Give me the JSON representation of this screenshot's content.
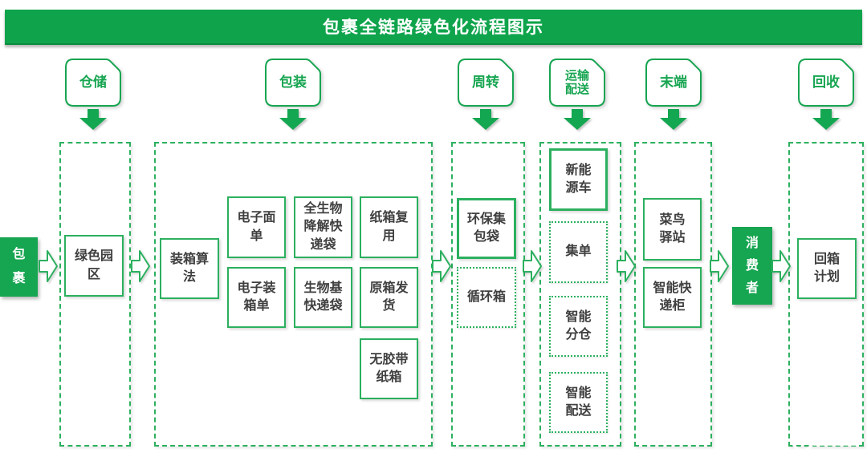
{
  "title": "包裹全链路绿色化流程图示",
  "flow": {
    "source_node": {
      "label": "包\n裹"
    },
    "consumer_node": {
      "label": "消\n费\n者"
    }
  },
  "stages": [
    {
      "label": "仓储"
    },
    {
      "label": "包装"
    },
    {
      "label": "周转"
    },
    {
      "label": "运输\n配送"
    },
    {
      "label": "末端"
    },
    {
      "label": "回收"
    }
  ],
  "columns": [
    {
      "stage": "仓储",
      "boxes": [
        {
          "label": "绿色园\n区",
          "border": "solid"
        }
      ]
    },
    {
      "stage": "包装",
      "boxes": [
        {
          "label": "装箱算\n法",
          "border": "solid"
        },
        {
          "label": "电子面\n单",
          "border": "solid"
        },
        {
          "label": "全生物\n降解快\n递袋",
          "border": "solid"
        },
        {
          "label": "纸箱复\n用",
          "border": "solid"
        },
        {
          "label": "电子装\n箱单",
          "border": "solid"
        },
        {
          "label": "生物基\n快递袋",
          "border": "solid"
        },
        {
          "label": "原箱发\n货",
          "border": "solid"
        },
        {
          "label": "无胶带\n纸箱",
          "border": "solid"
        }
      ]
    },
    {
      "stage": "周转",
      "boxes": [
        {
          "label": "环保集\n包袋",
          "border": "solid-strong"
        },
        {
          "label": "循环箱",
          "border": "dotted"
        }
      ]
    },
    {
      "stage": "运输配送",
      "boxes": [
        {
          "label": "新能\n源车",
          "border": "solid-strong"
        },
        {
          "label": "集单",
          "border": "dotted"
        },
        {
          "label": "智能\n分仓",
          "border": "dotted"
        },
        {
          "label": "智能\n配送",
          "border": "dotted"
        }
      ]
    },
    {
      "stage": "末端",
      "boxes": [
        {
          "label": "菜鸟\n驿站",
          "border": "solid"
        },
        {
          "label": "智能快\n递柜",
          "border": "solid"
        }
      ]
    },
    {
      "stage": "回收",
      "boxes": [
        {
          "label": "回箱\n计划",
          "border": "solid"
        }
      ]
    }
  ],
  "colors": {
    "banner_green": "#0fa44c",
    "node_green": "#16a551",
    "outline_green": "#2cb05f",
    "stage_text_green": "#17a551",
    "box_text": "#3f3f3f",
    "title_text": "#ffffff"
  }
}
